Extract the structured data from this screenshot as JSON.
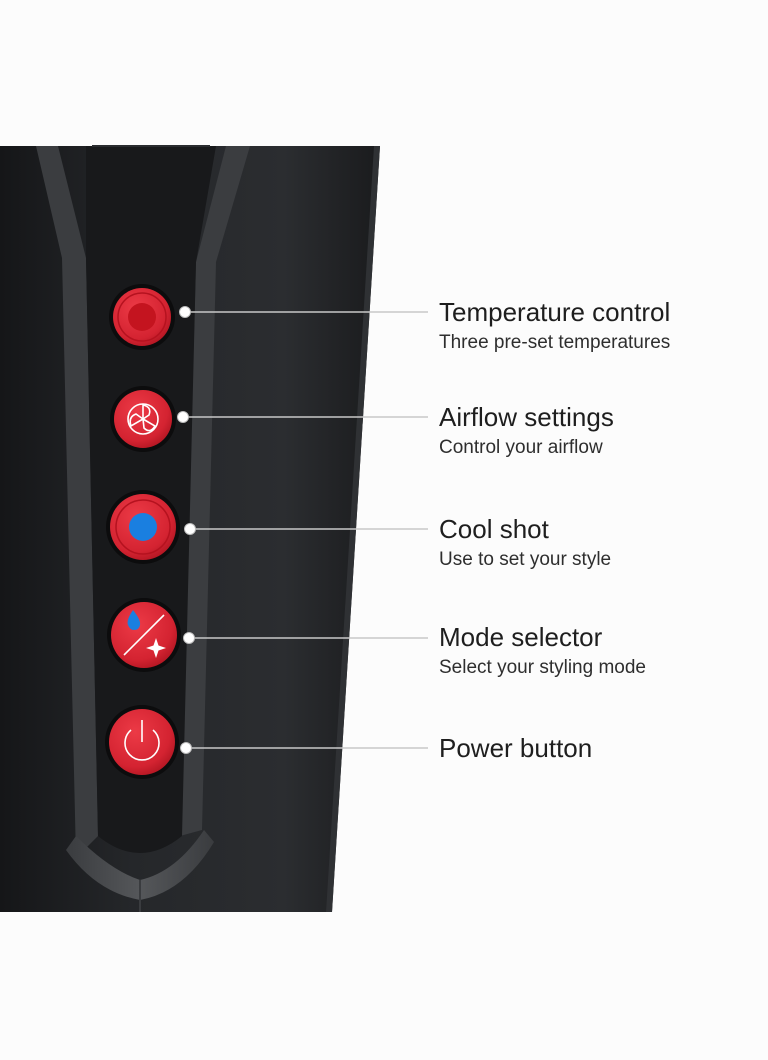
{
  "colors": {
    "button_red": "#d42331",
    "button_red_dark": "#a8121e",
    "cool_blue": "#1a7fe0",
    "body_black": "#1e1f21",
    "background": "#fcfcfc",
    "leader_line": "#c8c8c8"
  },
  "callouts": [
    {
      "title": "Temperature control",
      "subtitle": "Three pre-set temperatures",
      "icon": "dot-icon"
    },
    {
      "title": "Airflow settings",
      "subtitle": "Control your airflow",
      "icon": "fan-icon"
    },
    {
      "title": "Cool shot",
      "subtitle": "Use to set your style",
      "icon": "blue-dot-icon"
    },
    {
      "title": "Mode selector",
      "subtitle": "Select your styling mode",
      "icon": "drop-sparkle-icon"
    },
    {
      "title": "Power button",
      "subtitle": "",
      "icon": "power-icon"
    }
  ]
}
